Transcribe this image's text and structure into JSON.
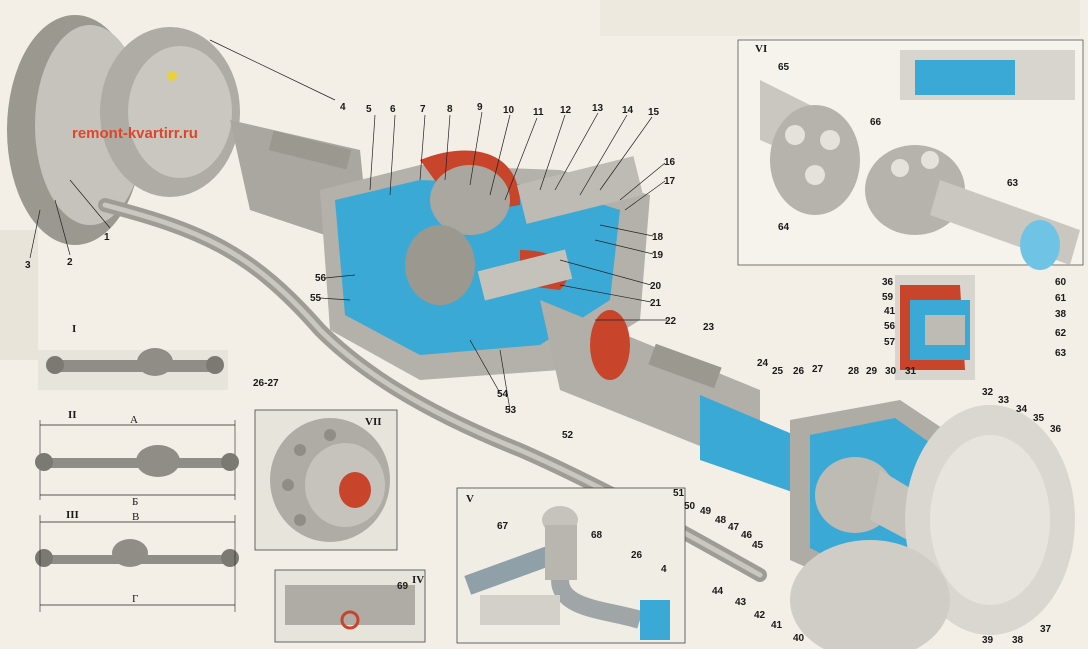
{
  "watermark": "remont-kvartirr.ru",
  "inset_labels": {
    "i": "I",
    "ii": "II",
    "iii": "III",
    "iv": "IV",
    "v": "V",
    "vi": "VI",
    "vii": "VII"
  },
  "dimension_labels": {
    "a": "А",
    "b": "Б",
    "v": "В",
    "g": "Г"
  },
  "callouts": {
    "n1": "1",
    "n2": "2",
    "n3": "3",
    "n4": "4",
    "n5": "5",
    "n6": "6",
    "n7": "7",
    "n8": "8",
    "n9": "9",
    "n10": "10",
    "n11": "11",
    "n12": "12",
    "n13": "13",
    "n14": "14",
    "n15": "15",
    "n16": "16",
    "n17": "17",
    "n18": "18",
    "n19": "19",
    "n20": "20",
    "n21": "21",
    "n22": "22",
    "n23": "23",
    "n24": "24",
    "n25": "25",
    "n26": "26",
    "n27": "27",
    "n28": "28",
    "n29": "29",
    "n30": "30",
    "n31": "31",
    "n32": "32",
    "n33": "33",
    "n34": "34",
    "n35": "35",
    "n36": "36",
    "n37": "37",
    "n38": "38",
    "n39": "39",
    "n40": "40",
    "n41": "41",
    "n42": "42",
    "n43": "43",
    "n44": "44",
    "n45": "45",
    "n46": "46",
    "n47": "47",
    "n48": "48",
    "n49": "49",
    "n50": "50",
    "n51": "51",
    "n52": "52",
    "n53": "53",
    "n54": "54",
    "n55": "55",
    "n56": "56",
    "n57": "57",
    "n59": "59",
    "n60": "60",
    "n61": "61",
    "n62": "62",
    "n63": "63",
    "n64": "64",
    "n65": "65",
    "n66": "66",
    "n67": "67",
    "n68": "68",
    "n69": "69",
    "n2627": "26-27"
  },
  "colors": {
    "steel": "#b9b8b0",
    "steel_dark": "#8f8d85",
    "cutaway_blue": "#3aa9d6",
    "cutaway_red": "#c8442a",
    "paper": "#f3efe6"
  }
}
